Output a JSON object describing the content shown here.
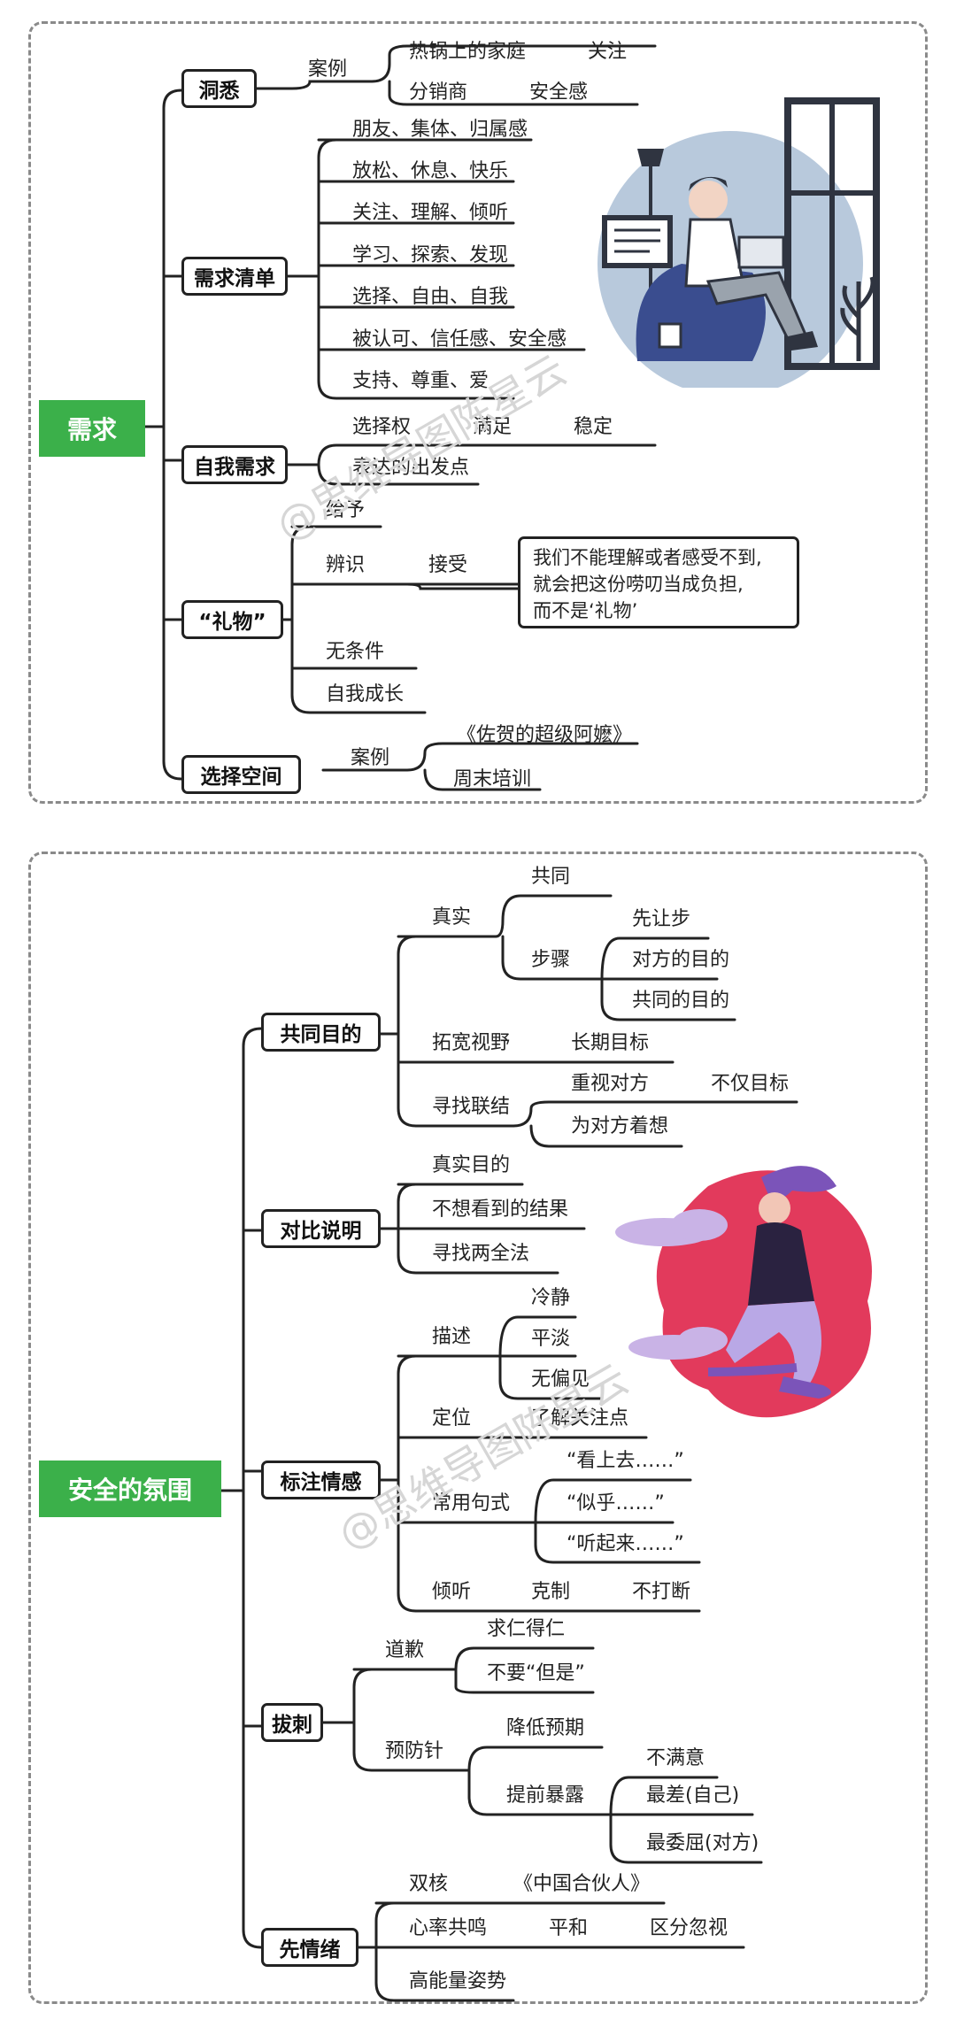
{
  "panel1": {
    "root": "需求",
    "b_dongxi": "洞悉",
    "anli1": "案例",
    "rguo": "热锅上的家庭",
    "guanzhu": "关注",
    "fenxiao": "分销商",
    "anquan1": "安全感",
    "b_xuqiu": "需求清单",
    "xuqiu_items": [
      "朋友、集体、归属感",
      "放松、休息、快乐",
      "关注、理解、倾听",
      "学习、探索、发现",
      "选择、自由、自我",
      "被认可、信任感、安全感",
      "支持、尊重、爱"
    ],
    "b_ziwo": "自我需求",
    "xuanzequan": "选择权",
    "manzu": "满足",
    "wending": "稳定",
    "biaoda": "表达的出发点",
    "b_liwu": "“礼物”",
    "geiyu": "给予",
    "bianshi": "辨识",
    "jieshou": "接受",
    "note": [
      "我们不能理解或者感受不到,",
      "就会把这份唠叨当成负担,",
      "而不是‘礼物’"
    ],
    "wutiaojian": "无条件",
    "ziwochengzhang": "自我成长",
    "b_xuanze": "选择空间",
    "anli2": "案例",
    "zuohe": "《佐贺的超级阿嬷》",
    "zhoumo": "周末培训",
    "watermark": "@思维导图陈星云"
  },
  "panel2": {
    "root": "安全的氛围",
    "b_gongtong": "共同目的",
    "zhenshi": "真实",
    "gongtong": "共同",
    "buzhou": "步骤",
    "xianrang": "先让步",
    "duifang": "对方的目的",
    "gongtongmudi": "共同的目的",
    "tuokuan": "拓宽视野",
    "changqi": "长期目标",
    "xunzhao": "寻找联结",
    "zhongshi": "重视对方",
    "bujin": "不仅目标",
    "weiduifang": "为对方着想",
    "b_duibi": "对比说明",
    "zhenshimudi": "真实目的",
    "buxiang": "不想看到的结果",
    "liangquan": "寻找两全法",
    "b_biaozhu": "标注情感",
    "miaoshu": "描述",
    "lengjing": "冷静",
    "pingdan": "平淡",
    "wupianjian": "无偏见",
    "dingwei": "定位",
    "liaojie": "了解关注点",
    "changyong": "常用句式",
    "s1": "“看上去……”",
    "s2": "“似乎……”",
    "s3": "“听起来……”",
    "qingting": "倾听",
    "kezhi": "克制",
    "buda": "不打断",
    "b_baci": "拔刺",
    "daoqian": "道歉",
    "qiuren": "求仁得仁",
    "buyao": "不要“但是”",
    "yufang": "预防针",
    "jiangdi": "降低预期",
    "tiqian": "提前暴露",
    "bumanyi": "不满意",
    "zuicha": "最差(自己)",
    "zuiwei": "最委屈(对方)",
    "b_xian": "先情绪",
    "shuanghe": "双核",
    "zhongguo": "《中国合伙人》",
    "xinlv": "心率共鸣",
    "pinghe": "平和",
    "qufen": "区分忽视",
    "gaoneng": "高能量姿势",
    "watermark": "@思维导图陈星云"
  },
  "colors": {
    "root_green": "#3bb04a",
    "illus_blue": "#b8c9dc",
    "illus_pink": "#e23a5c",
    "illus_purple": "#7b54b9"
  }
}
